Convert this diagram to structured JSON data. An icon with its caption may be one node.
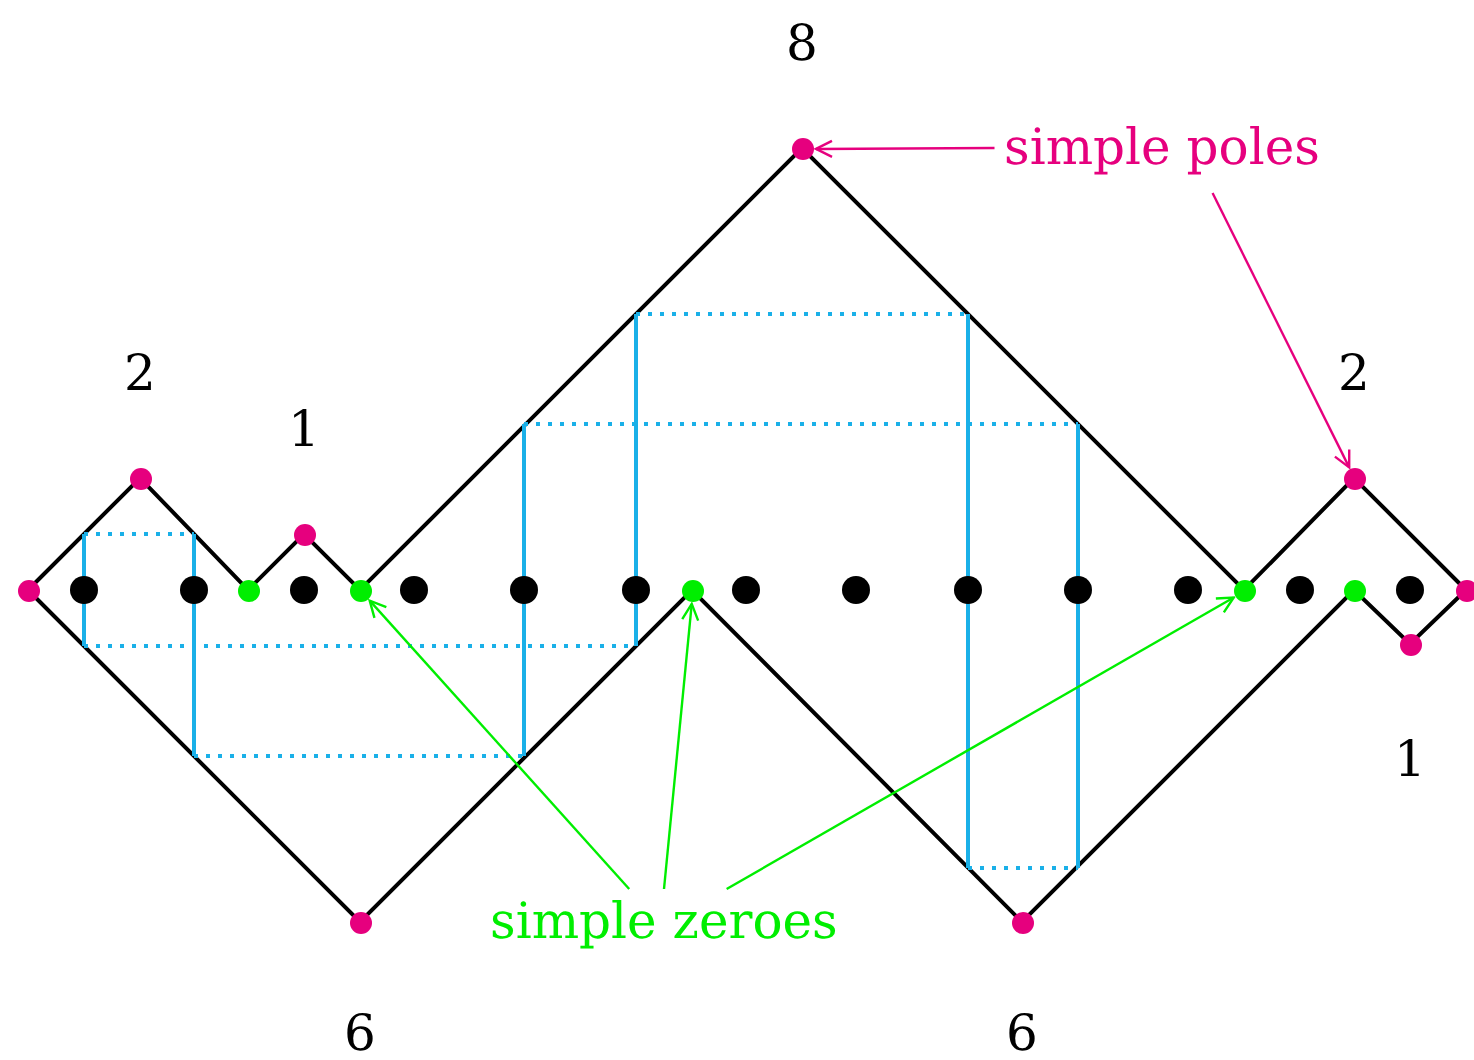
{
  "diagram": {
    "nodes": [
      {
        "text": [
          "simple poles"
        ]
      },
      {
        "text": [
          "simple zeroes"
        ]
      },
      {
        "text": [],
        "shape": "circle"
      },
      {
        "text": [],
        "shape": "circle"
      },
      {
        "text": [],
        "shape": "circle"
      },
      {
        "text": [],
        "shape": "circle"
      },
      {
        "text": [],
        "shape": "circle"
      },
      {
        "text": [],
        "shape": "circle"
      },
      {
        "text": [],
        "shape": "circle"
      },
      {
        "text": [],
        "shape": "circle"
      },
      {
        "text": [],
        "shape": "circle"
      },
      {
        "text": [],
        "shape": "circle"
      },
      {
        "text": [],
        "shape": "circle"
      },
      {
        "text": [],
        "shape": "circle"
      },
      {
        "text": [],
        "shape": "circle"
      },
      {
        "text": [],
        "shape": "circle"
      }
    ],
    "edges": [
      {
        "from": 0,
        "to": 9,
        "arrow": "to",
        "color": "#e6007e"
      },
      {
        "from": 0,
        "to": 12,
        "arrow": "to",
        "color": "#e6007e"
      },
      {
        "from": 1,
        "to": 6,
        "arrow": "to"
      },
      {
        "from": 1,
        "to": 8,
        "arrow": "to"
      },
      {
        "from": 1,
        "to": 11,
        "arrow": "to"
      }
    ],
    "labels": [
      "8",
      "2",
      "1",
      "2",
      "1",
      "6",
      "6"
    ]
  }
}
